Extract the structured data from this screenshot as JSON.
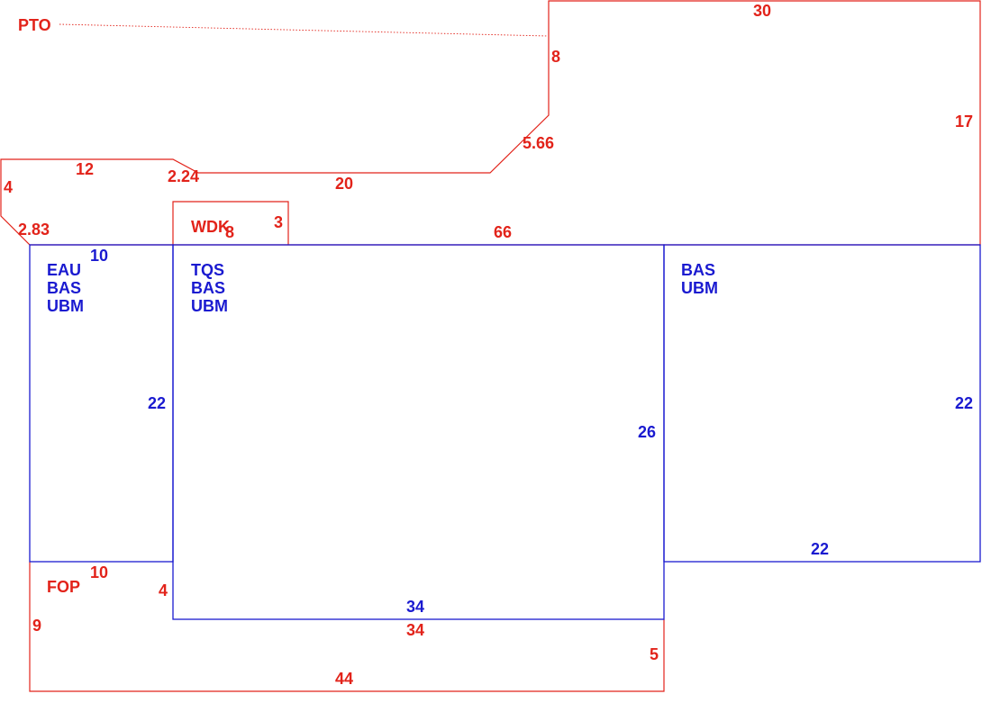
{
  "colors": {
    "red": "#e2231a",
    "blue": "#1a1ad0"
  },
  "areas": {
    "pto": {
      "code": "PTO"
    },
    "wdk": {
      "code": "WDK"
    },
    "fop": {
      "code": "FOP"
    },
    "left": {
      "codes": [
        "EAU",
        "BAS",
        "UBM"
      ]
    },
    "center": {
      "codes": [
        "TQS",
        "BAS",
        "UBM"
      ]
    },
    "right": {
      "codes": [
        "BAS",
        "UBM"
      ]
    }
  },
  "dimensions": {
    "pto_top": "30",
    "pto_left_upper": "8",
    "pto_right": "17",
    "pto_diagonal": "5.66",
    "pto_lower": "20",
    "pto_upper_left": "12",
    "pto_diagonal_small": "2.24",
    "pto_left": "4",
    "pto_diagonal_left": "2.83",
    "pto_bottom": "66",
    "wdk_right": "3",
    "wdk_width": "8",
    "left_top": "10",
    "left_right": "22",
    "center_right": "26",
    "right_right": "22",
    "right_bottom": "22",
    "fop_top": "10",
    "fop_right": "4",
    "fop_left": "9",
    "center_bottom": "34",
    "fop_inner_bottom": "34",
    "fop_right_lower": "5",
    "fop_bottom": "44"
  }
}
